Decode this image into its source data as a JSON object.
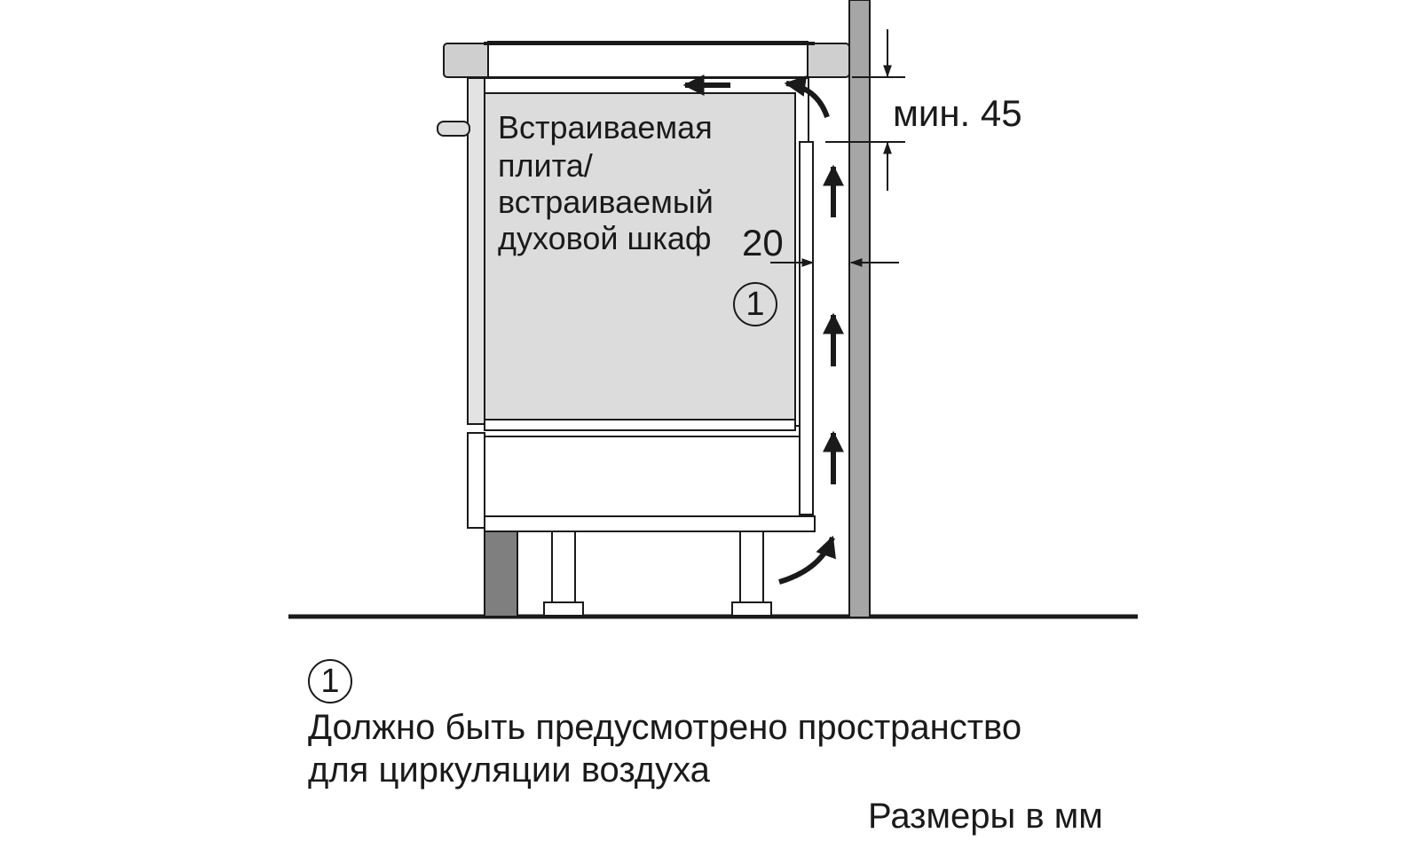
{
  "appliance_label": {
    "line1": "Встраиваемая",
    "line2": "плита/",
    "line3": "встраиваемый",
    "line4": "духовой шкаф"
  },
  "dimensions": {
    "gap_side": "20",
    "gap_top": "мин. 45"
  },
  "marker": "1",
  "legend": {
    "marker": "1",
    "line1": "Должно быть предусмотрено пространство",
    "line2": "для циркуляции воздуха"
  },
  "units_note": "Размеры в мм",
  "colors": {
    "wall": "#a6a6a6",
    "oven_front": "#dcdcdc",
    "cabinet_panel": "#e3e3e3",
    "plinth": "#7f7f7f",
    "outline": "#1a1a1a"
  }
}
